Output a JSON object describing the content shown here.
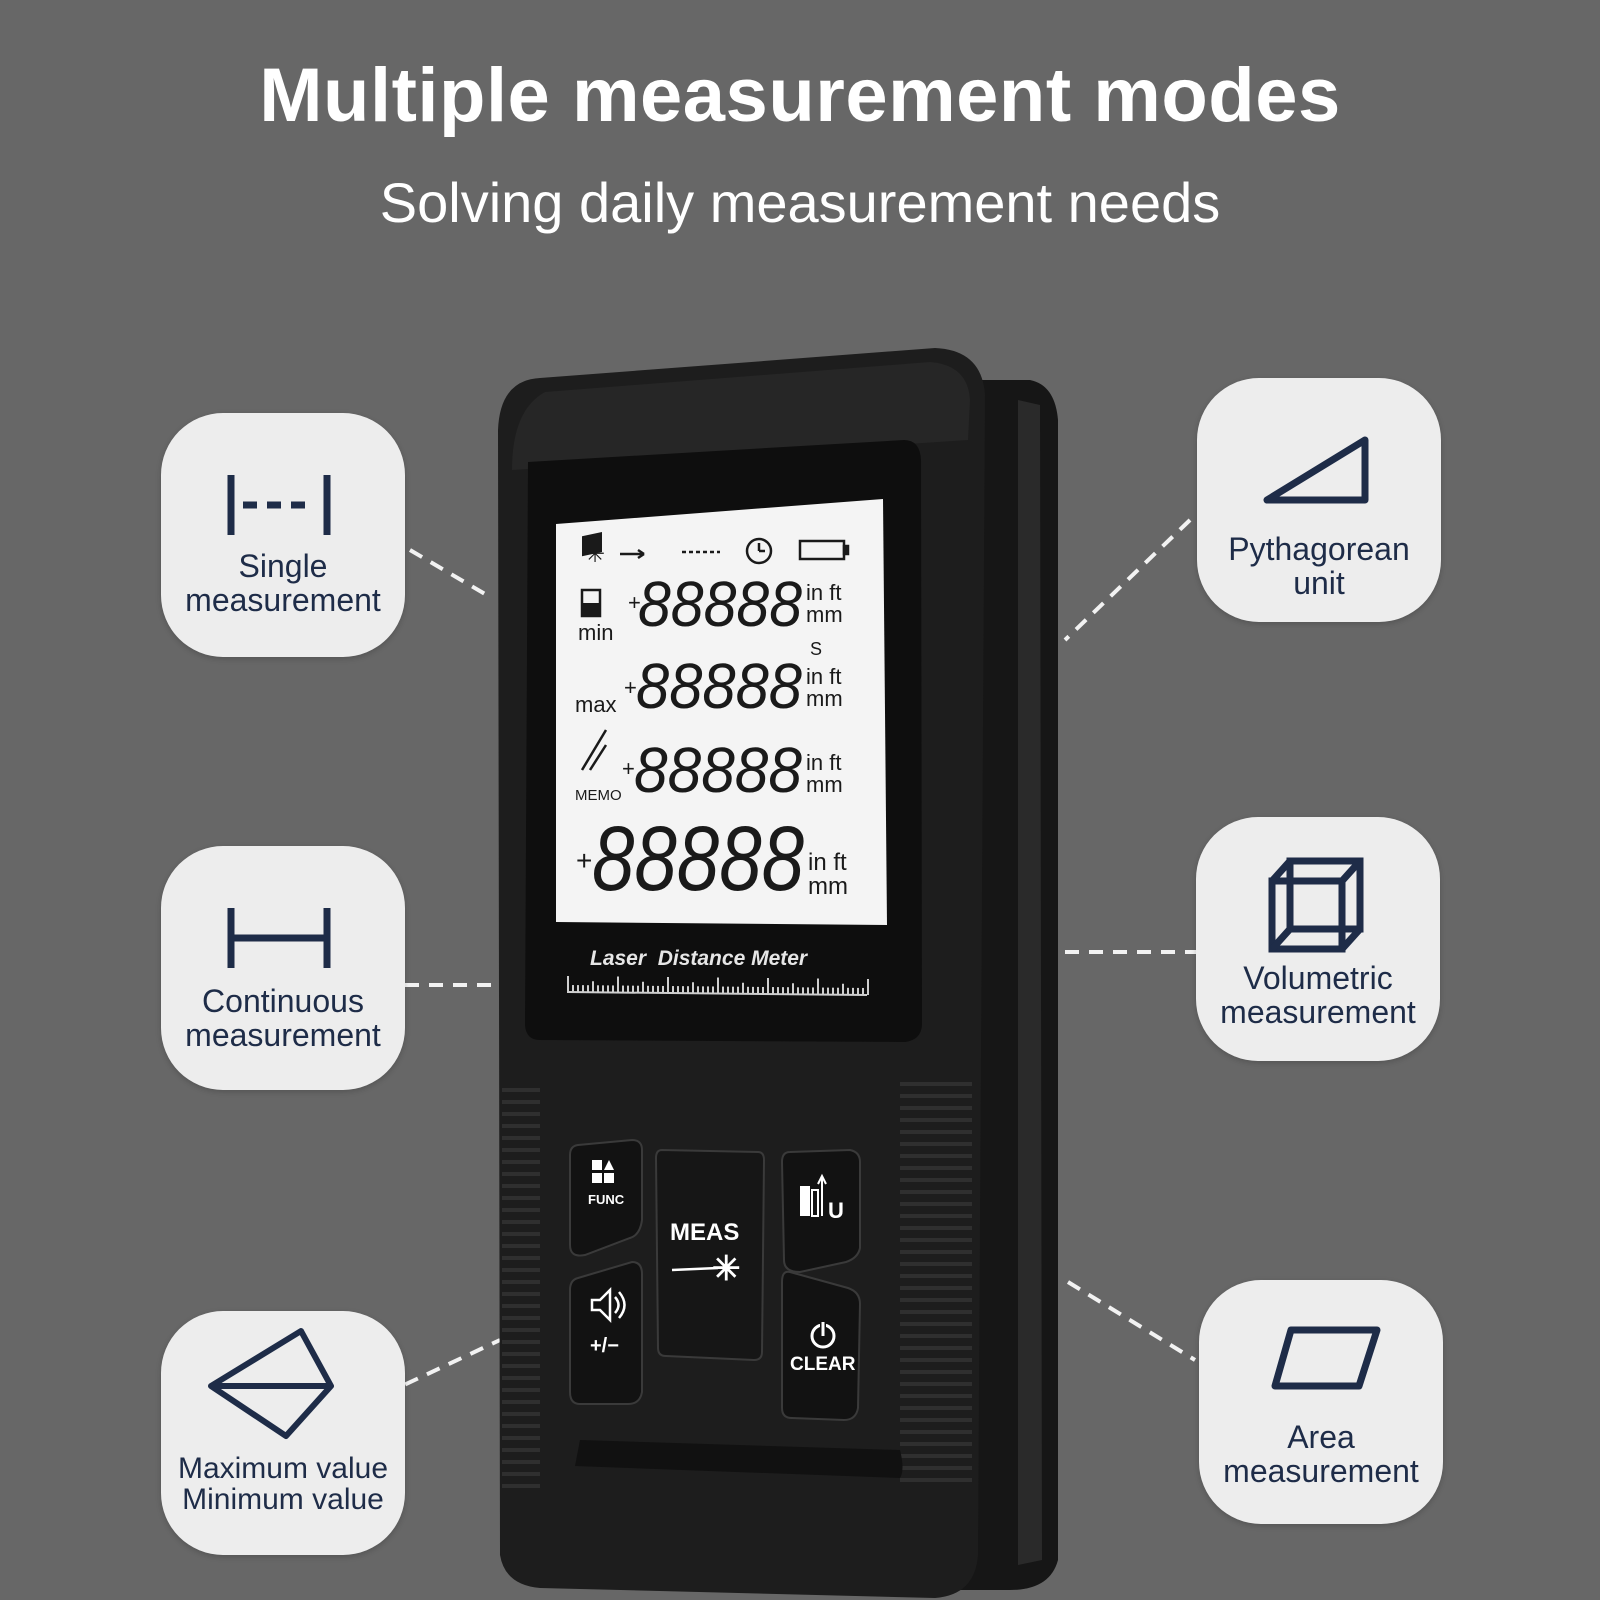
{
  "header": {
    "title": "Multiple measurement modes",
    "subtitle": "Solving daily measurement needs"
  },
  "features": {
    "single": {
      "label": "Single\nmeasurement",
      "icon": "single-measure-icon"
    },
    "continuous": {
      "label": "Continuous\nmeasurement",
      "icon": "continuous-measure-icon"
    },
    "maxmin": {
      "label": "Maximum value\nMinimum value",
      "icon": "max-min-icon"
    },
    "pythagorean": {
      "label": "Pythagorean\nunit",
      "icon": "right-triangle-icon"
    },
    "volumetric": {
      "label": "Volumetric\nmeasurement",
      "icon": "cube-icon"
    },
    "area": {
      "label": "Area\nmeasurement",
      "icon": "parallelogram-icon"
    }
  },
  "device": {
    "brand_text": "Laser  Distance Meter",
    "lcd": {
      "rows": [
        "88888",
        "88888",
        "88888",
        "88888"
      ],
      "units": [
        "in ft\nmm",
        "in ft\nmm",
        "in ft\nmm",
        "in ft\nmm"
      ],
      "min_label": "min",
      "max_label": "max",
      "memo_label": "MEMO",
      "plus_sign": "+",
      "s_label": "S"
    },
    "buttons": {
      "func": "FUNC",
      "meas": "MEAS",
      "volume": "+/−",
      "clear": "CLEAR",
      "unit": "U"
    }
  },
  "colors": {
    "background": "#676767",
    "card": "#ededed",
    "icon": "#1e2c48",
    "device_body": "#1c1c1c",
    "lcd": "#f4f4f4"
  }
}
